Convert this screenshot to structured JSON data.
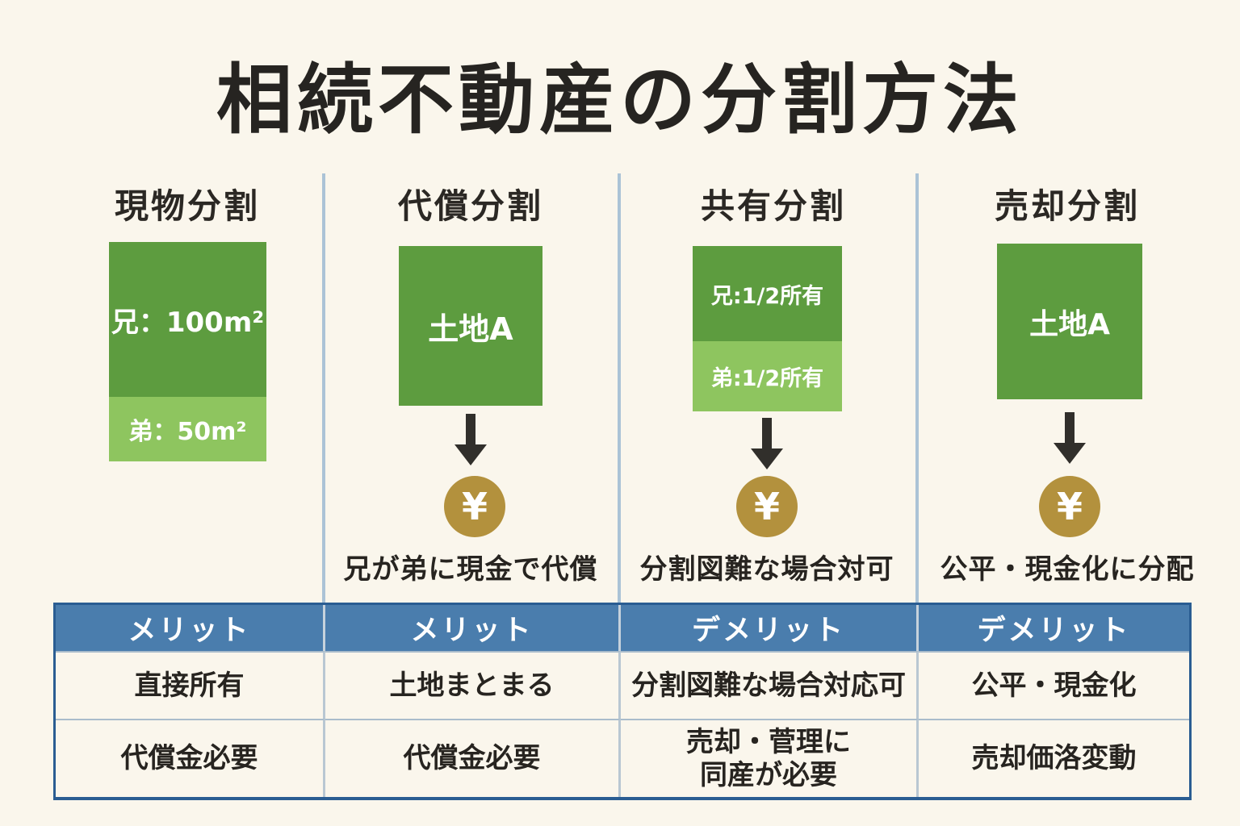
{
  "page": {
    "title": "相続不動産の分割方法",
    "background_color": "#faf6ec",
    "text_color": "#272420"
  },
  "colors": {
    "green_dark": "#5d9c3f",
    "green_light": "#8ec55f",
    "table_header_blue": "#4a7dad",
    "table_border_blue": "#2a5d92",
    "divider_blue_gray": "#abc3d6",
    "coin_gold": "#b3913d",
    "arrow_black": "#312f2b"
  },
  "columns": [
    {
      "header": "現物分割",
      "box": {
        "type": "split",
        "top_label": "兄：100m²",
        "bottom_label": "弟：50m²"
      }
    },
    {
      "header": "代償分割",
      "box": {
        "type": "single",
        "label": "土地A"
      },
      "yen_symbol": "¥",
      "caption": "兄が弟に現金で代償"
    },
    {
      "header": "共有分割",
      "box": {
        "type": "split",
        "top_label": "兄:1/2所有",
        "bottom_label": "弟:1/2所有"
      },
      "yen_symbol": "¥",
      "caption": "分割図難な場合対可"
    },
    {
      "header": "売却分割",
      "box": {
        "type": "single",
        "label": "土地A"
      },
      "yen_symbol": "¥",
      "caption": "公平・現金化に分配"
    }
  ],
  "table": {
    "header_row": [
      "メリット",
      "メリット",
      "デメリット",
      "デメリット"
    ],
    "rows": [
      [
        "直接所有",
        "土地まとまる",
        "分割図難な場合対応可",
        "公平・現金化"
      ],
      [
        "代償金必要",
        "代償金必要",
        "売却・菅理に\n同産が必要",
        "売却価洛変動"
      ]
    ]
  }
}
